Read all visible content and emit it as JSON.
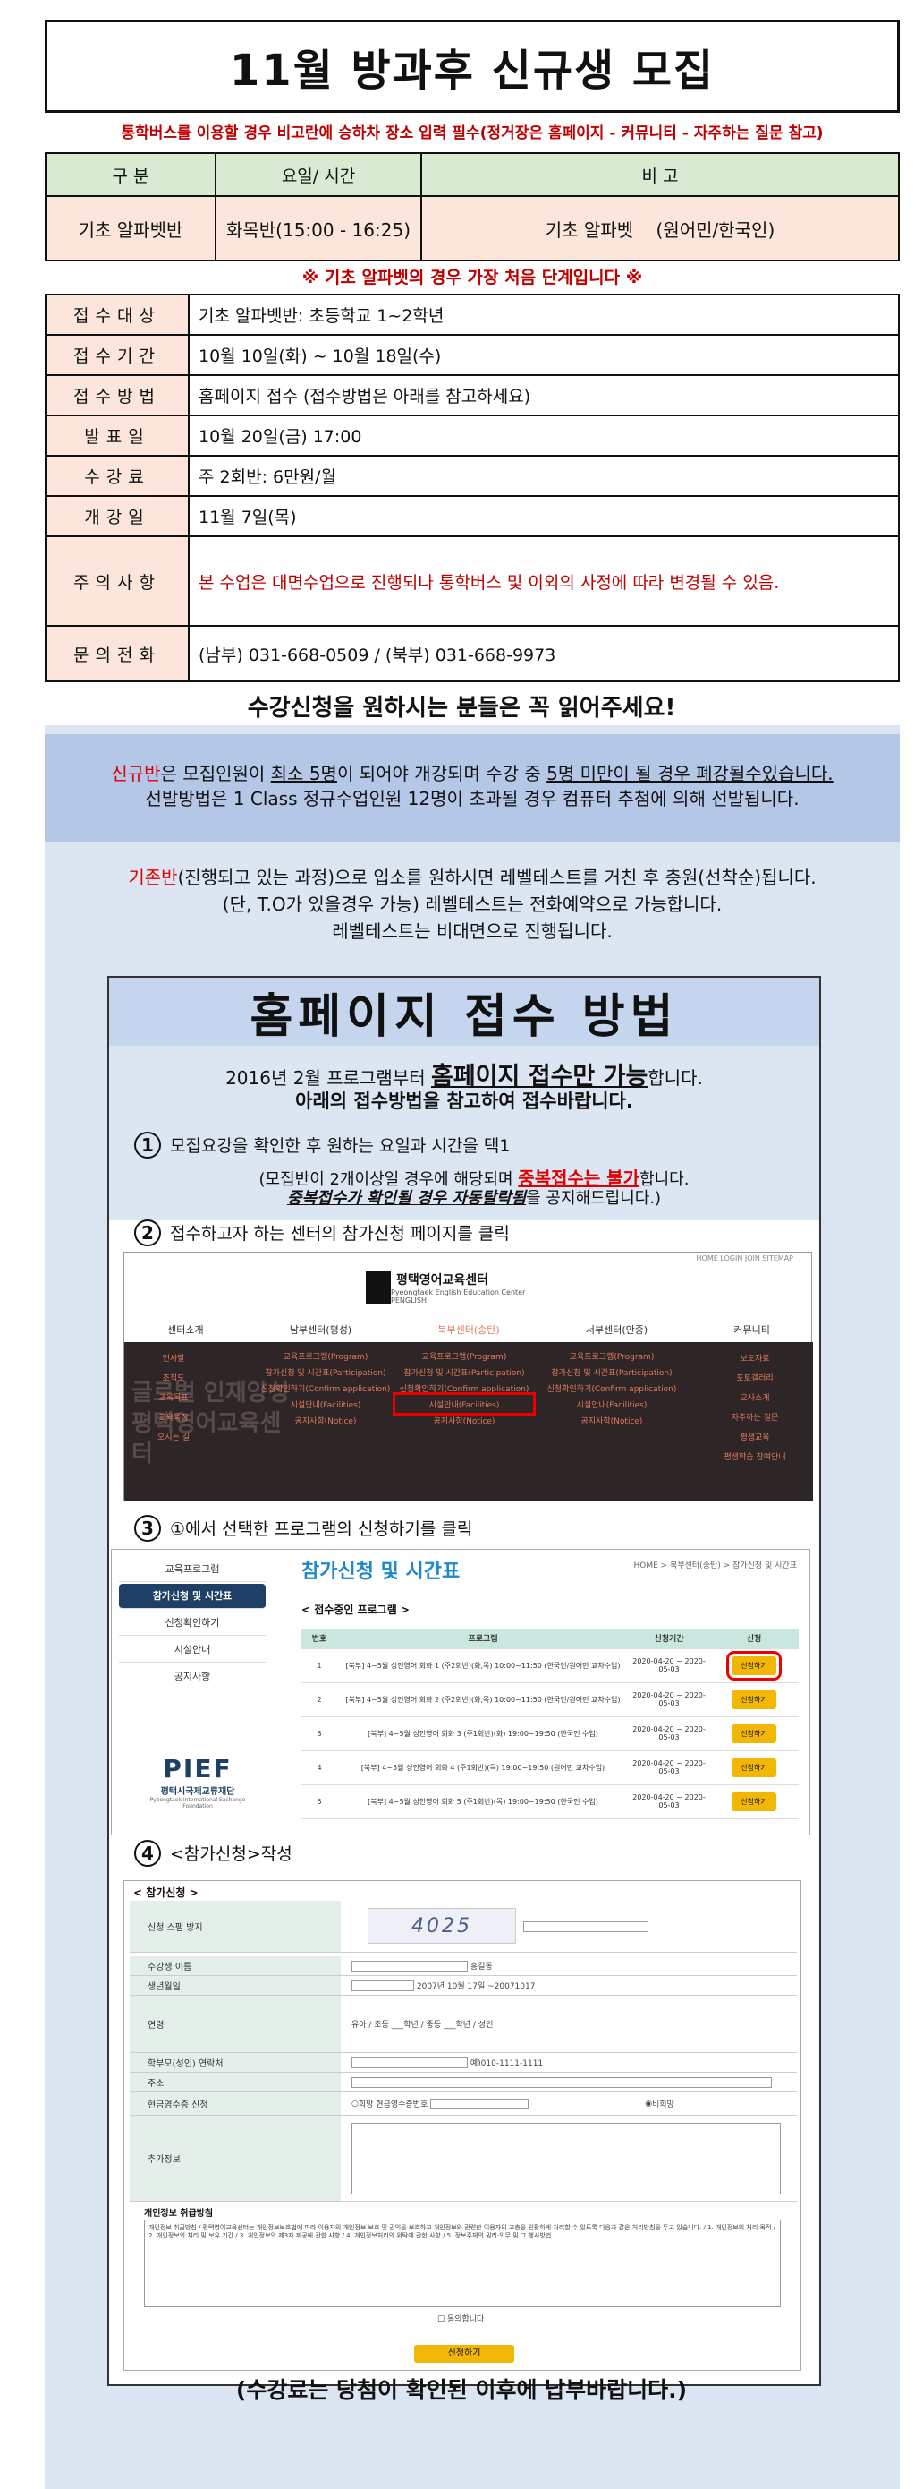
{
  "title": "11월 방과후 신규생 모집",
  "notice1": "통학버스를 이용할 경우 비고란에 승하차 장소 입력 필수(정거장은 홈페이지 - 커뮤니티 - 자주하는 질문 참고)",
  "class_table": {
    "headers": [
      "구 분",
      "요일/ 시간",
      "비 고"
    ],
    "row": [
      "기초 알파벳반",
      "화목반(15:00 - 16:25)",
      "기초 알파벳    (원어민/한국인)"
    ]
  },
  "notice2": "※ 기초 알파벳의 경우 가장 처음 단계입니다 ※",
  "info": [
    {
      "label": "접수대상",
      "value": "기초 알파벳반: 초등학교 1~2학년"
    },
    {
      "label": "접수기간",
      "value": "10월 10일(화) ~ 10월 18일(수)"
    },
    {
      "label": "접수방법",
      "value": "홈페이지 접수 (접수방법은 아래를 참고하세요)"
    },
    {
      "label": "발표일",
      "value": "10월 20일(금) 17:00"
    },
    {
      "label": "수강료",
      "value": "주 2회반: 6만원/월"
    },
    {
      "label": "개강일",
      "value": "11월 7일(목)"
    },
    {
      "label": "주의사항",
      "value": "본 수업은 대면수업으로 진행되나 통학버스 및 이외의 사정에 따라 변경될 수 있음."
    },
    {
      "label": "문의전화",
      "value": "(남부) 031-668-0509 / (북부) 031-668-9973"
    }
  ],
  "lead": "수강신청을 원하시는 분들은 꼭 읽어주세요!",
  "p1": {
    "red": "신규반",
    "a": "은 모집인원이 ",
    "u1": "최소 5명",
    "b": "이 되어야 개강되며 수강 중 ",
    "u2": "5명 미만이 될 경우 폐강될수있습니다.",
    "line2": "선발방법은 1 Class 정규수업인원 12명이 초과될 경우 컴퓨터 추첨에 의해 선발됩니다."
  },
  "p2": {
    "red": "기존반",
    "a": "(진행되고 있는 과정)으로 입소를 원하시면 레벨테스트를 거친 후 충원(선착순)됩니다.",
    "line2": "(단, T.O가 있을경우 가능) 레벨테스트는 전화예약으로 가능합니다.",
    "line3": "레벨테스트는 비대면으로 진행됩니다."
  },
  "guide": {
    "title": "홈페이지 접수 방법",
    "intro_a": "2016년 2월 프로그램부터 ",
    "intro_b": "홈페이지 접수만 가능",
    "intro_c": "합니다.",
    "intro2": "아래의 접수방법을 참고하여 접수바랍니다.",
    "step1_num": "1",
    "step1": "모집요강을 확인한 후 원하는 요일과 시간을 택1",
    "step1_note_a": "(모집반이 2개이상일 경우에 해당되며 ",
    "step1_note_red": "중복접수는 불가",
    "step1_note_b": "합니다.",
    "step1_note2_u": "중복접수가 확인될 경우 자동탈락됨",
    "step1_note2_b": "을 공지해드립니다.)",
    "step2_num": "2",
    "step2": "접수하고자 하는 센터의 참가신청 페이지를 클릭",
    "step3_num": "3",
    "step3": "①에서 선택한 프로그램의 신청하기를 클릭",
    "step4_num": "4",
    "step4": "<참가신청>작성"
  },
  "shot1": {
    "topmenu": "HOME   LOGIN   JOIN   SITEMAP",
    "logo": "평택영어교육센터",
    "logo_sub": "Pyeongtaek English Education Center",
    "logo_mark": "PENGLISH",
    "nav": [
      "센터소개",
      "남부센터(평성)",
      "북부센터(송탄)",
      "서부센터(안중)",
      "커뮤니티"
    ],
    "menu_col1": [
      "인사말",
      "조직도",
      "교육목표",
      "교육특징",
      "오시는 길"
    ],
    "menu_col2": [
      "교육프로그램(Program)",
      "참가신청 및 시간표(Participation)",
      "신청확인하기(Confirm application)",
      "시설안내(Facilities)",
      "공지사항(Notice)"
    ],
    "menu_col3": [
      "교육프로그램(Program)",
      "참가신청 및 시간표(Participation)",
      "신청확인하기(Confirm application)",
      "시설안내(Facilities)",
      "공지사항(Notice)"
    ],
    "menu_col4": [
      "교육프로그램(Program)",
      "참가신청 및 시간표(Participation)",
      "신청확인하기(Confirm application)",
      "시설안내(Facilities)",
      "공지사항(Notice)"
    ],
    "menu_col5": [
      "보도자료",
      "포토갤러리",
      "교사소개",
      "자주하는 질문",
      "평생교육",
      "평생학습 참여안내"
    ],
    "bg_text": "글로벌 인재양성 평택영어교육센터"
  },
  "shot2": {
    "sidebar": [
      "교육프로그램",
      "참가신청 및 시간표",
      "신청확인하기",
      "시설안내",
      "공지사항"
    ],
    "title": "참가신청 및 시간표",
    "crumb": "HOME > 북부센터(송탄) > 참가신청 및 시간표",
    "subtitle": "< 접수중인 프로그램 >",
    "headers": [
      "번호",
      "프로그램",
      "신청기간",
      "신청"
    ],
    "rows": [
      {
        "no": "1",
        "prog": "[북부] 4~5월 성인영어 회화 1 (주2회반)(화,목) 10:00~11:50 (한국인/원어민 교차수업)",
        "period": "2020-04-20 ~ 2020-05-03",
        "btn": "신청하기"
      },
      {
        "no": "2",
        "prog": "[북부] 4~5월 성인영어 회화 2 (주2회반)(화,목) 10:00~11:50 (한국인/원어민 교차수업)",
        "period": "2020-04-20 ~ 2020-05-03",
        "btn": "신청하기"
      },
      {
        "no": "3",
        "prog": "[북부] 4~5월 성인영어 회화 3 (주1회반)(화) 19:00~19:50 (한국인 수업)",
        "period": "2020-04-20 ~ 2020-05-03",
        "btn": "신청하기"
      },
      {
        "no": "4",
        "prog": "[북부] 4~5월 성인영어 회화 4 (주1회반)(목) 19:00~19:50 (원어민 교차수업)",
        "period": "2020-04-20 ~ 2020-05-03",
        "btn": "신청하기"
      },
      {
        "no": "5",
        "prog": "[북부] 4~5월 성인영어 회화 5 (주1회반)(목) 19:00~19:50 (한국인 수업)",
        "period": "2020-04-20 ~ 2020-05-03",
        "btn": "신청하기"
      }
    ],
    "pief": "PIEF",
    "pief_sub": "평택시국제교류재단",
    "pief_en": "Pyeongtaek International Exchange Foundation"
  },
  "shot3": {
    "title": "< 참가신청 >",
    "rows": [
      {
        "label": "신청 스팸 방지",
        "value": ""
      },
      {
        "label": "수강생 이름",
        "value": "홍길동"
      },
      {
        "label": "생년월일",
        "value": "2007년 10월 17일 ~20071017"
      },
      {
        "label": "연령",
        "value": "유아 / 초등 ___학년 / 중등 ___학년 / 성인"
      },
      {
        "label": "학부모(성인) 연락처",
        "value": "예)010-1111-1111"
      },
      {
        "label": "주소",
        "value": ""
      },
      {
        "label": "현금영수증 신청",
        "value": "희망 현금영수증번호"
      },
      {
        "label": "추가정보",
        "value": ""
      }
    ],
    "captcha": "4025",
    "receipt_no": "비희망",
    "privacy_title": "개인정보 취급방침",
    "privacy_text": "개인정보 취급방침 / 평택영어교육센터는 개인정보보호법에 따라 이용자의 개인정보 보호 및 권익을 보호하고 개인정보와 관련한 이용자의 고충을 원활하게 처리할 수 있도록 다음과 같은 처리방침을 두고 있습니다. / 1. 개인정보의 처리 목적 / 2. 개인정보의 처리 및 보유 기간 / 3. 개인정보의 제3자 제공에 관한 사항 / 4. 개인정보처리의 위탁에 관한 사항 / 5. 정보주체의 권리·의무 및 그 행사방법",
    "agree": "동의합니다",
    "submit": "신청하기"
  },
  "footer": "(수강료는 당첨이 확인된 이후에 납부바랍니다.)"
}
